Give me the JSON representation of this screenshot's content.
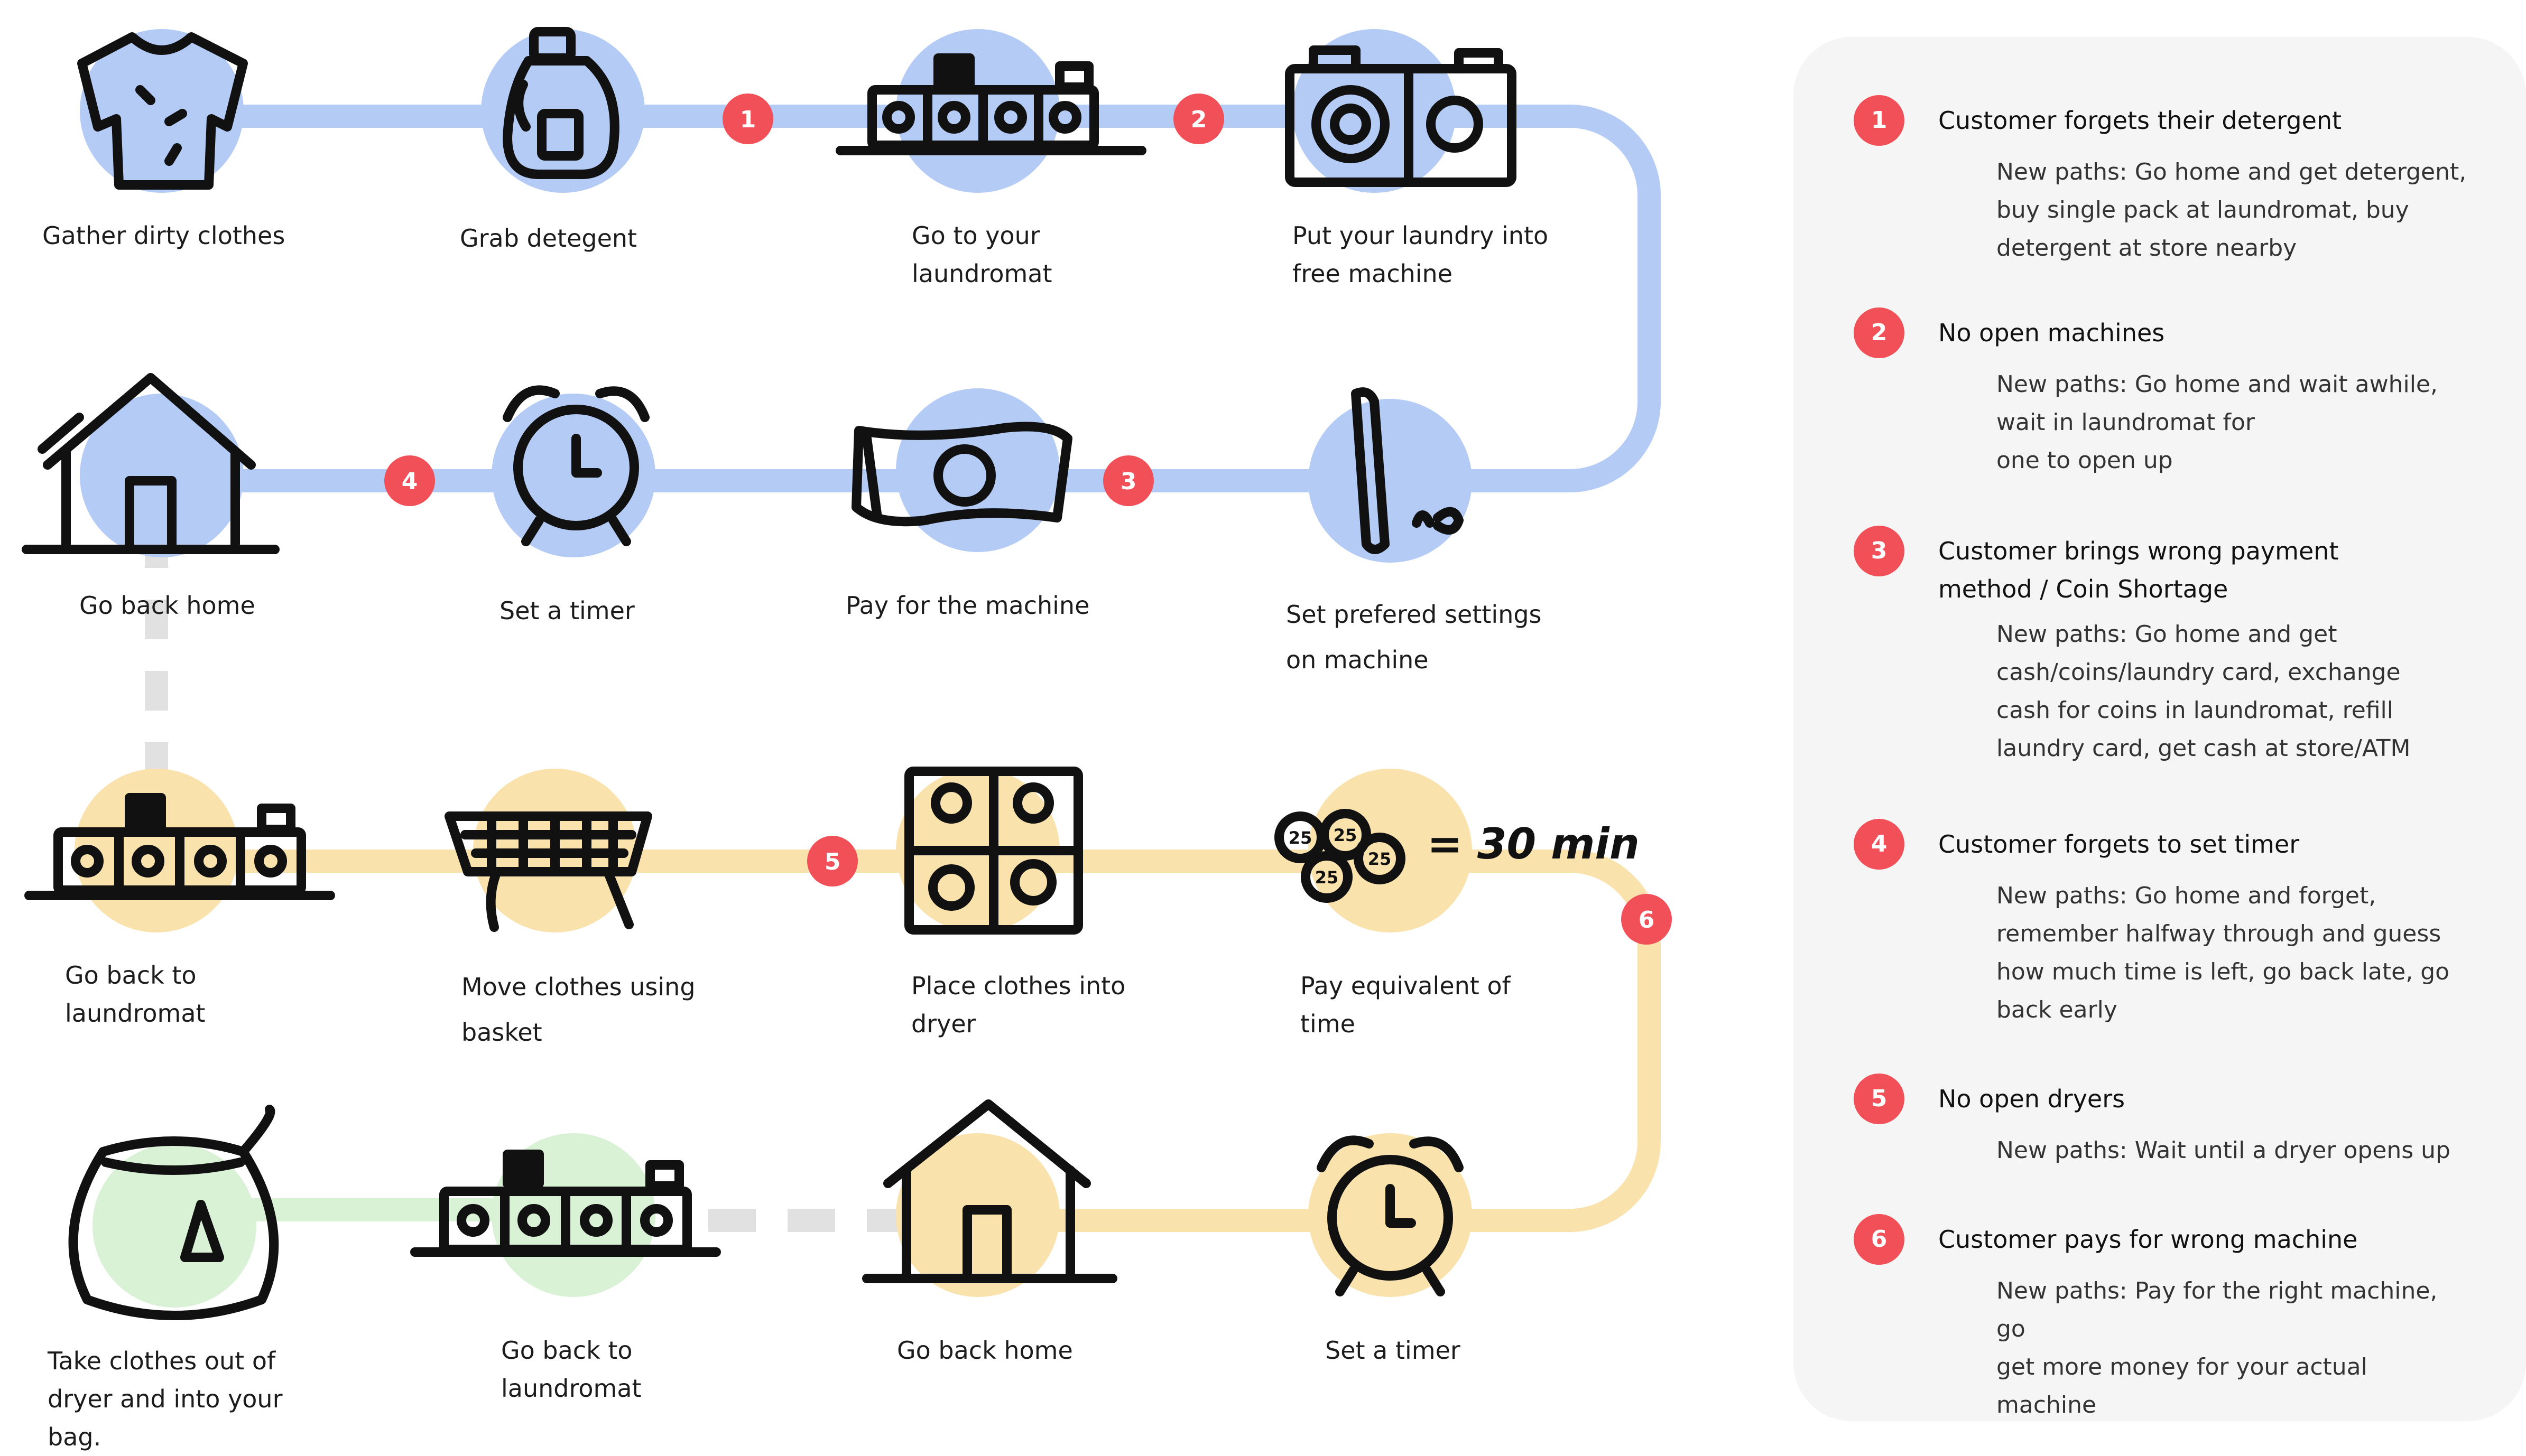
{
  "steps": [
    {
      "label": "Gather dirty clothes",
      "icon": "shirt-icon"
    },
    {
      "label": "Grab detegent",
      "icon": "detergent-bottle-icon"
    },
    {
      "label": "Go to your\nlaundromat",
      "icon": "washing-machines-icon"
    },
    {
      "label": "Put your laundry into\nfree machine",
      "icon": "washer-icon"
    },
    {
      "label": "Go back home",
      "icon": "house-icon"
    },
    {
      "label": "Set a timer",
      "icon": "alarm-clock-icon"
    },
    {
      "label": "Pay for the machine",
      "icon": "money-bill-icon"
    },
    {
      "label": "Set prefered settings\non machine",
      "icon": "settings-pen-icon"
    },
    {
      "label": "Go back to\nlaundromat",
      "icon": "washing-machines-icon"
    },
    {
      "label": "Move clothes using\nbasket",
      "icon": "laundry-basket-icon"
    },
    {
      "label": "Place clothes into\ndryer",
      "icon": "dryer-stack-icon"
    },
    {
      "label": "Pay equivalent of\ntime",
      "icon": "coins-icon"
    },
    {
      "label": "Take clothes out of\ndryer and into your\nbag.",
      "icon": "laundry-bag-icon"
    },
    {
      "label": "Go back to\nlaundromat",
      "icon": "washing-machines-icon"
    },
    {
      "label": "Go back home",
      "icon": "house-icon"
    },
    {
      "label": "Set a timer",
      "icon": "alarm-clock-icon"
    }
  ],
  "coins_note": "= 30 min",
  "coin_value": "25",
  "pain_badges": [
    "1",
    "2",
    "3",
    "4",
    "5",
    "6"
  ],
  "pain_points": [
    {
      "num": "1",
      "title": "Customer forgets their detergent",
      "body": "New paths: Go home and get detergent,\nbuy single pack at laundromat, buy\ndetergent at store nearby"
    },
    {
      "num": "2",
      "title": "No open machines",
      "body": "New paths: Go home and wait awhile,\nwait in laundromat for\none to open up"
    },
    {
      "num": "3",
      "title": "Customer brings wrong payment\nmethod / Coin Shortage",
      "body": "New paths: Go home and get\ncash/coins/laundry card, exchange\ncash for coins in laundromat, refill\nlaundry card, get cash at store/ATM"
    },
    {
      "num": "4",
      "title": "Customer forgets to set timer",
      "body": "New paths: Go home and forget,\nremember halfway through and guess\nhow much time is left, go back late, go\nback early"
    },
    {
      "num": "5",
      "title": "No open dryers",
      "body": "New paths: Wait until a dryer opens up"
    },
    {
      "num": "6",
      "title": "Customer pays for wrong machine",
      "body": "New paths: Pay for the right machine, go\nget more money for your actual machine"
    }
  ],
  "colors": {
    "washing": "#b3cbf5",
    "drying": "#fae2ad",
    "returning": "#d9f1d4",
    "badge": "#f25058",
    "dashed": "#e1e1e1",
    "panel": "#f5f5f5"
  }
}
